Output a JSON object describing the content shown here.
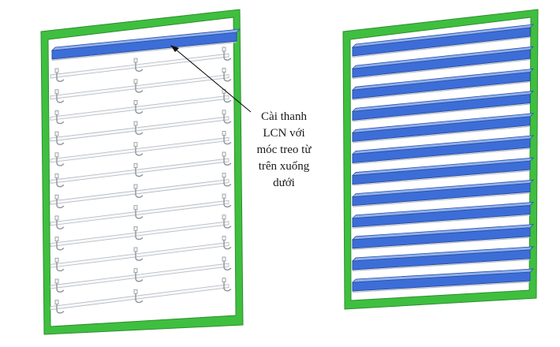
{
  "annotation": {
    "lines": [
      "Cài thanh",
      "LCN với",
      "móc treo từ",
      "trên xuống",
      "dưới"
    ]
  },
  "left_panel": {
    "slats_installed": 1,
    "hook_rows": 12
  },
  "right_panel": {
    "slats_installed": 12
  },
  "colors": {
    "frame": "#3fbf3f",
    "frame_edge": "#2d8f2d",
    "slat": "#3d6ed8",
    "slat_light": "#8fb0ec",
    "slat_dark": "#2a4fa8",
    "rail": "#b8bdc4",
    "hook": "#8e949c",
    "leader": "#111111"
  }
}
